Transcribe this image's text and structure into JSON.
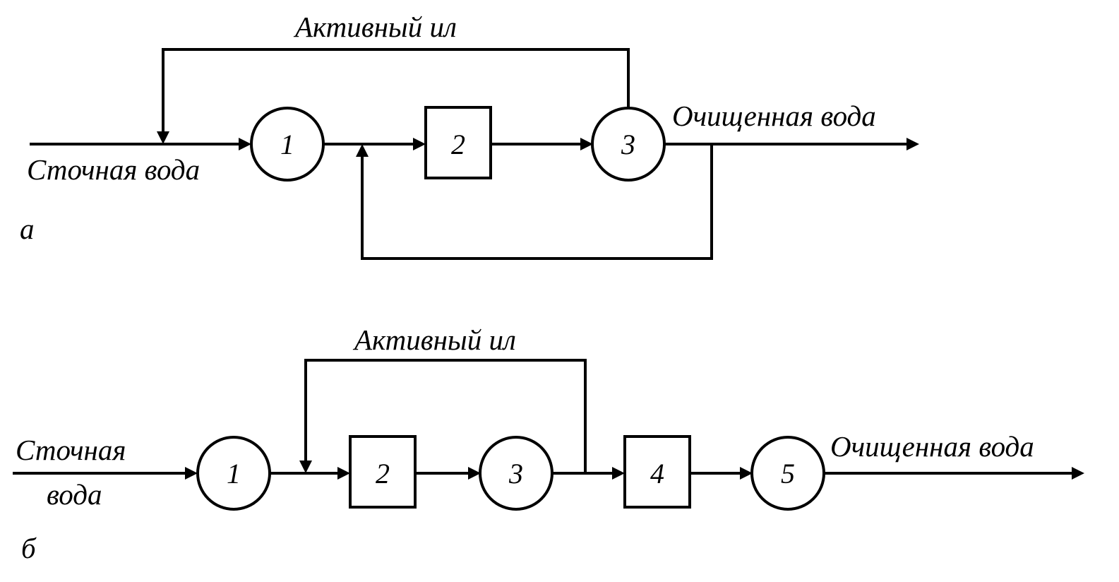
{
  "diagram_a": {
    "id_label": "а",
    "input_label": "Сточная вода",
    "output_label": "Очищенная вода",
    "recycle_label": "Активный ил",
    "nodes": [
      {
        "shape": "circle",
        "label": "1"
      },
      {
        "shape": "square",
        "label": "2"
      },
      {
        "shape": "circle",
        "label": "3"
      }
    ]
  },
  "diagram_b": {
    "id_label": "б",
    "input_label_line1": "Сточная",
    "input_label_line2": "вода",
    "output_label": "Очищенная вода",
    "recycle_label": "Активный ил",
    "nodes": [
      {
        "shape": "circle",
        "label": "1"
      },
      {
        "shape": "square",
        "label": "2"
      },
      {
        "shape": "circle",
        "label": "3"
      },
      {
        "shape": "square",
        "label": "4"
      },
      {
        "shape": "circle",
        "label": "5"
      }
    ]
  }
}
